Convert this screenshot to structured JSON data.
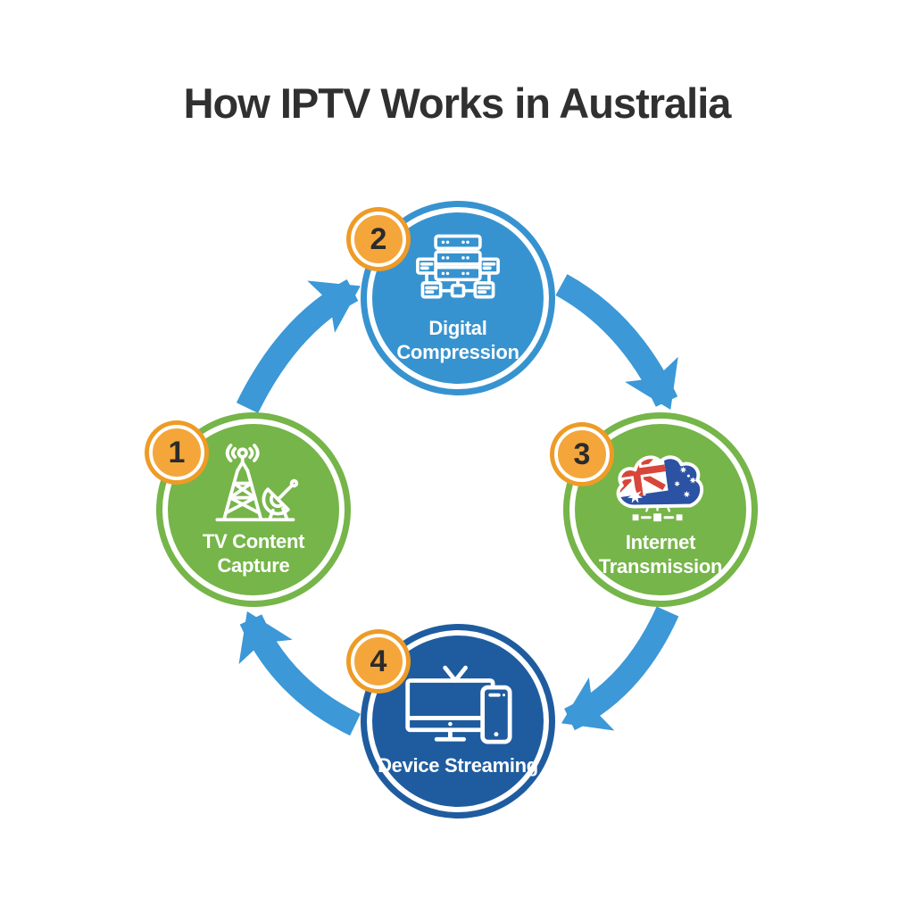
{
  "title": "How IPTV Works in Australia",
  "steps": [
    {
      "number": "1",
      "label": "TV Content Capture",
      "lines": [
        "TV Content",
        "Capture"
      ],
      "icon": "broadcast-tower-satellite",
      "color": "#76B549",
      "position": "left"
    },
    {
      "number": "2",
      "label": "Digital Compression",
      "lines": [
        "Digital",
        "Compression"
      ],
      "icon": "server-network",
      "color": "#3793D0",
      "position": "top"
    },
    {
      "number": "3",
      "label": "Internet Transmission",
      "lines": [
        "Internet",
        "Transmission"
      ],
      "icon": "australia-flag-cloud",
      "color": "#76B549",
      "position": "right"
    },
    {
      "number": "4",
      "label": "Device Streaming",
      "lines": [
        "Device Streaming"
      ],
      "icon": "tv-and-phone",
      "color": "#1F5C9F",
      "position": "bottom"
    }
  ],
  "badge": {
    "fill": "#F4A63B",
    "ring": "#EE9B26",
    "text_color": "#2B2B2B"
  },
  "arrows": {
    "color": "#3C98D7",
    "sequence": [
      "1→2",
      "2→3",
      "3→4",
      "4→1"
    ]
  },
  "colors": {
    "background": "#FFFFFF",
    "title_text": "#303030",
    "label_text": "#FFFFFF",
    "flag_navy": "#2B52A3",
    "flag_red": "#D8453A"
  }
}
